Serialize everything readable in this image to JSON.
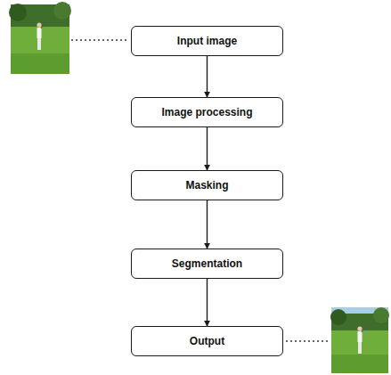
{
  "diagram": {
    "nodes": [
      {
        "text": [
          "Input image"
        ]
      },
      {
        "text": [
          "Image processing"
        ]
      },
      {
        "text": [
          "Masking"
        ]
      },
      {
        "text": [
          "Segmentation"
        ]
      },
      {
        "text": [
          "Output"
        ]
      }
    ],
    "edges": [
      {
        "from": 0,
        "to": 1,
        "arrow": "to"
      },
      {
        "from": 1,
        "to": 2,
        "arrow": "to"
      },
      {
        "from": 2,
        "to": 3,
        "arrow": "to"
      },
      {
        "from": 3,
        "to": 4,
        "arrow": "to"
      }
    ]
  }
}
